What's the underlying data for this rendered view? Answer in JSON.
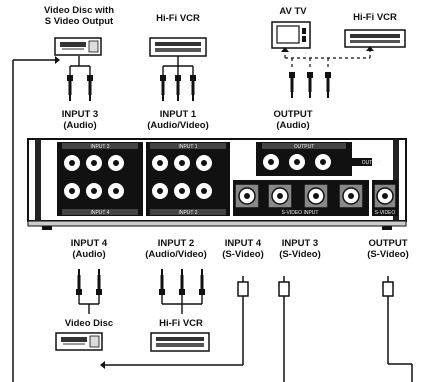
{
  "devices": {
    "video_disc_svideo": "Video Disc with\nS Video Output",
    "hifi_vcr_top": "Hi-Fi VCR",
    "av_tv": "AV TV",
    "hifi_vcr_top_right": "Hi-Fi VCR",
    "video_disc_bottom": "Video Disc",
    "hifi_vcr_bottom": "Hi-Fi VCR"
  },
  "ports": {
    "input3": "INPUT 3\n(Audio)",
    "input1": "INPUT 1\n(Audio/Video)",
    "output_audio": "OUTPUT\n(Audio)",
    "input4_audio": "INPUT 4\n(Audio)",
    "input2": "INPUT 2\n(Audio/Video)",
    "input4_svideo": "INPUT 4\n(S-Video)",
    "input3_svideo": "INPUT 3\n(S-Video)",
    "output_svideo": "OUTPUT\n(S-Video)"
  },
  "panel": {
    "group_top_left": "INPUT 3",
    "group_top_mid": "INPUT 1",
    "group_top_right": "OUTPUT",
    "group_bottom_left": "INPUT 4",
    "group_bottom_mid": "INPUT 2",
    "svideo_group": "S-VIDEO INPUT",
    "svideo_out": "S-VIDEO",
    "output_side": "OUTPUT"
  }
}
